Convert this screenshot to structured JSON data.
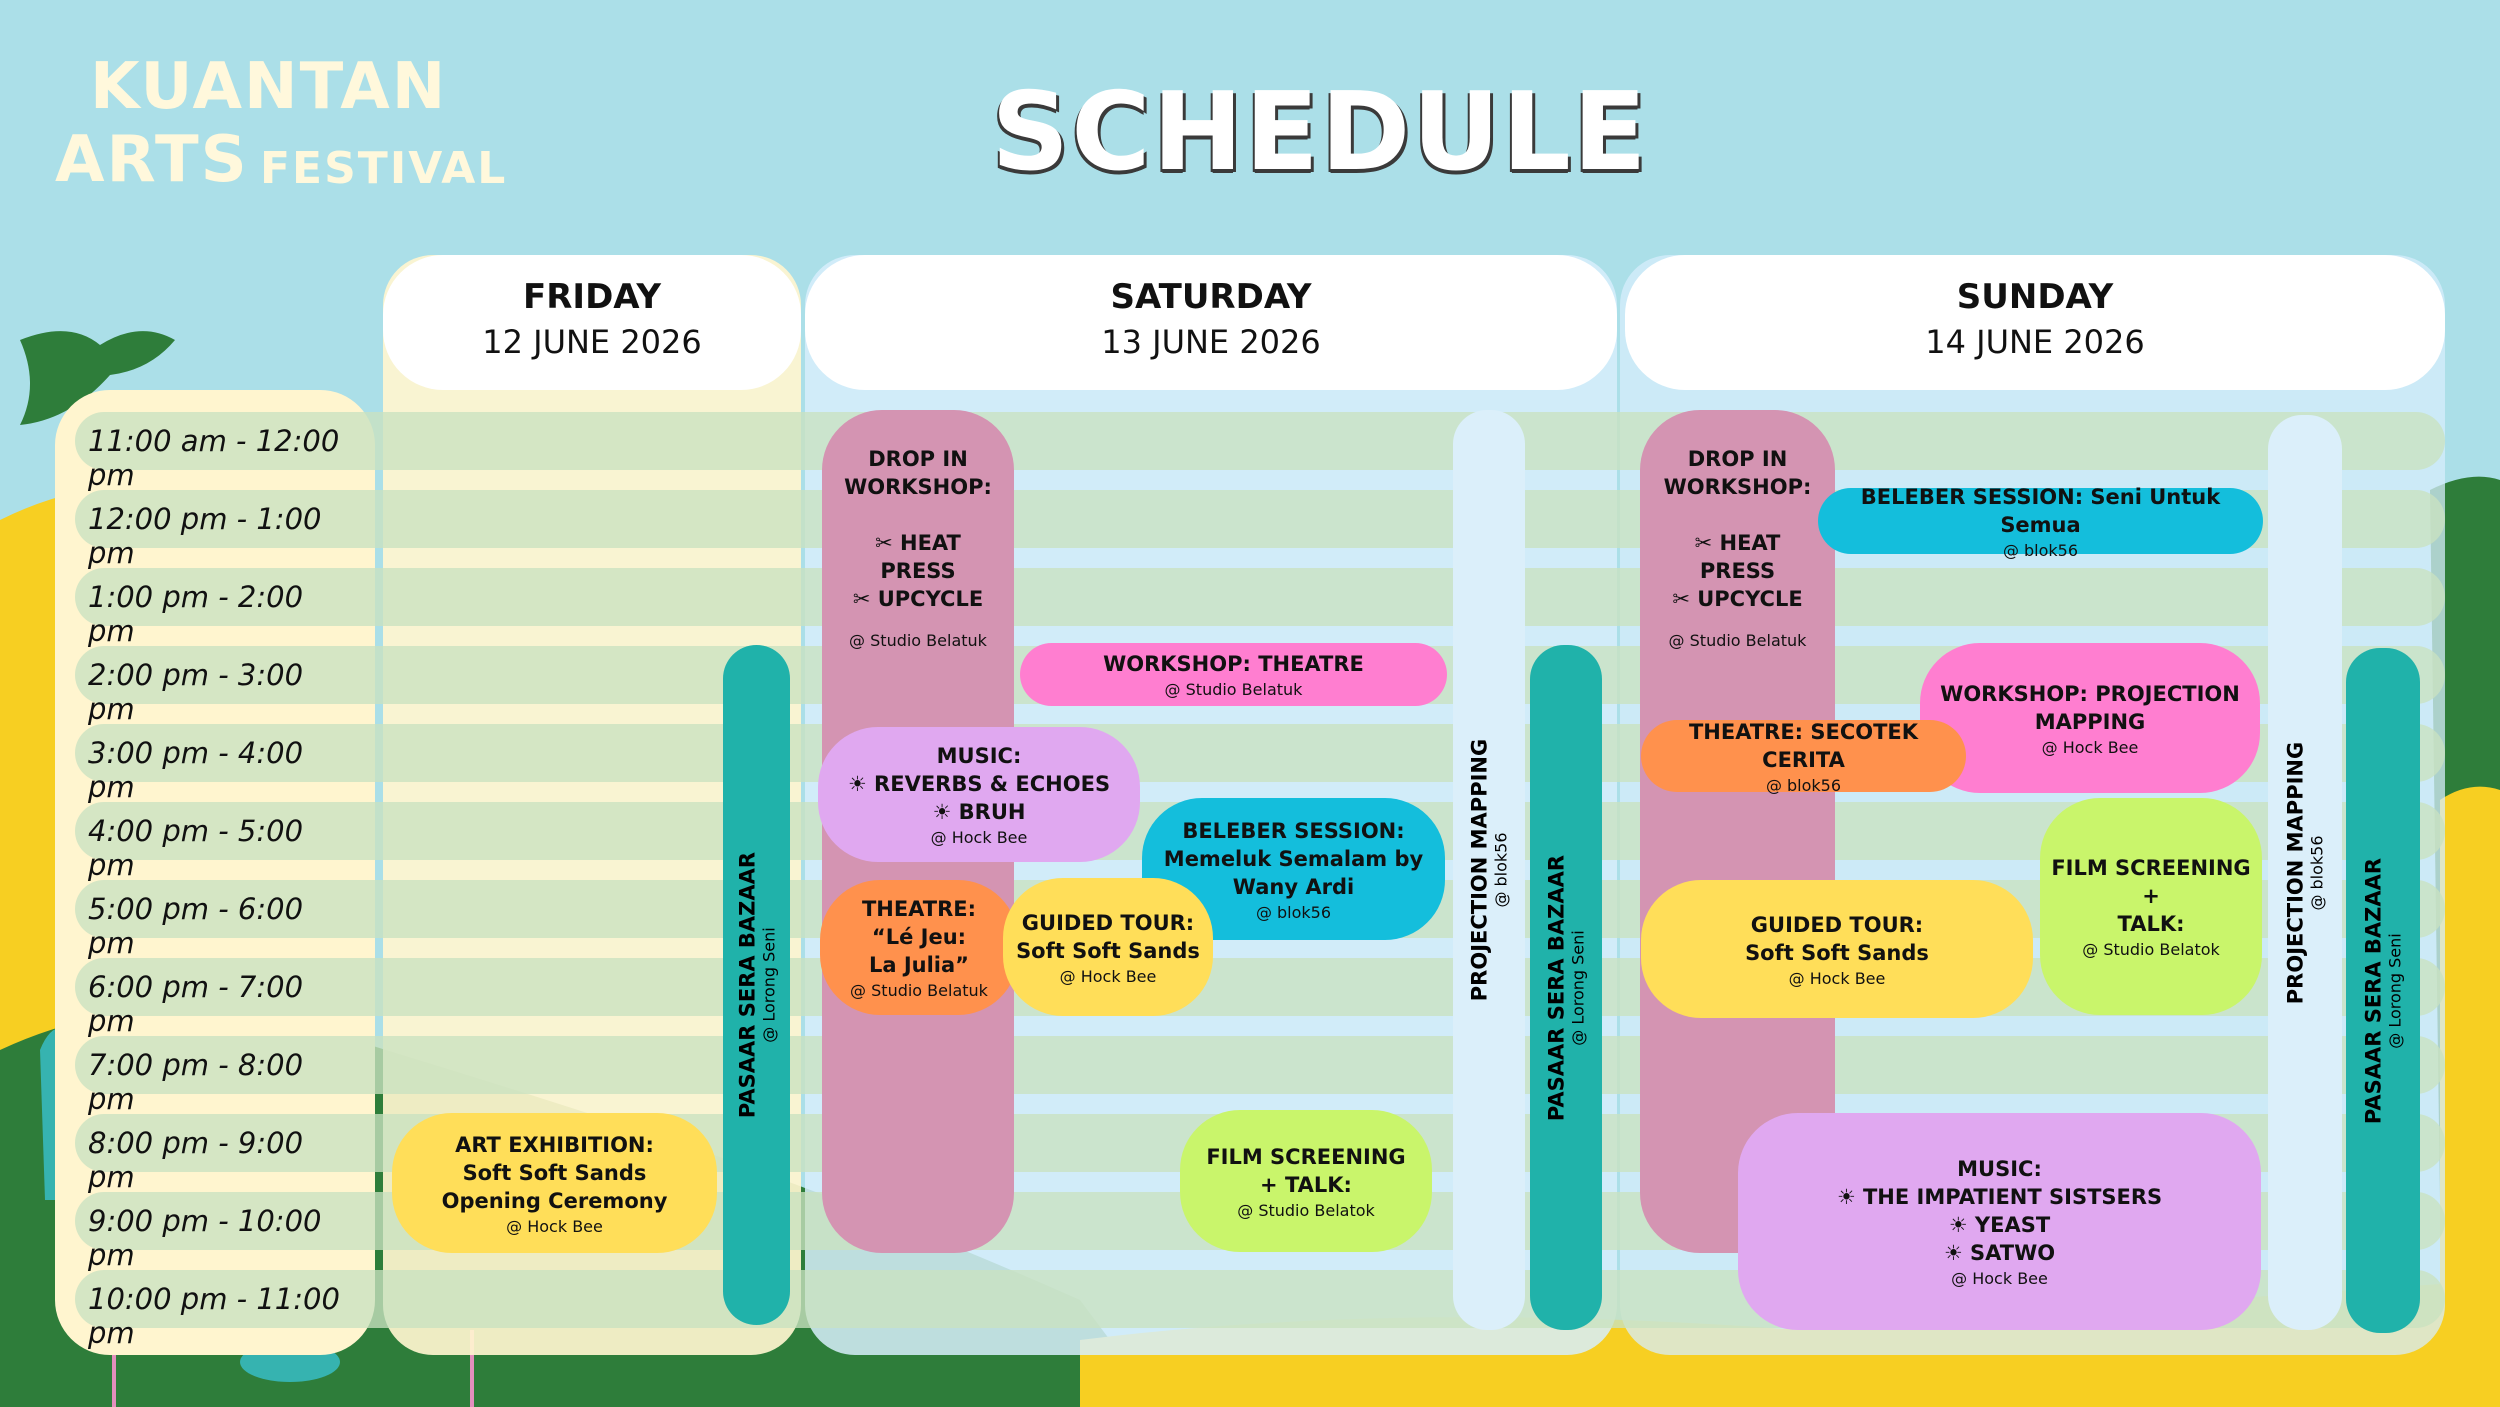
{
  "header": {
    "title": "SCHEDULE"
  },
  "logo": {
    "line1": "KUANTAN",
    "line2": "ARTS",
    "line3": "FESTIVAL"
  },
  "days": [
    {
      "name": "FRIDAY",
      "date": "12 JUNE 2026"
    },
    {
      "name": "SATURDAY",
      "date": "13 JUNE 2026"
    },
    {
      "name": "SUNDAY",
      "date": "14 JUNE 2026"
    }
  ],
  "times": [
    "11:00 am - 12:00 pm",
    "12:00 pm - 1:00 pm",
    "1:00 pm - 2:00 pm",
    "2:00 pm - 3:00 pm",
    "3:00 pm - 4:00 pm",
    "4:00 pm - 5:00 pm",
    "5:00 pm - 6:00 pm",
    "6:00 pm - 7:00 pm",
    "7:00 pm - 8:00 pm",
    "8:00 pm - 9:00 pm",
    "9:00 pm - 10:00 pm",
    "10:00 pm - 11:00 pm"
  ],
  "events": {
    "fri_art": {
      "title": "ART EXHIBITION:\nSoft Soft Sands\nOpening Ceremony",
      "venue": "@ Hock Bee"
    },
    "fri_bazaar": {
      "title": "PASAAR SERA BAZAAR",
      "venue": "@ Lorong Seni"
    },
    "sat_dropin": {
      "title": "DROP IN\nWORKSHOP:\n\n✂ HEAT PRESS\n✂ UPCYCLE",
      "venue": "@ Studio Belatuk"
    },
    "sat_workshop_theatre": {
      "title": "WORKSHOP: THEATRE",
      "venue": "@ Studio Belatuk"
    },
    "sat_music": {
      "title": "MUSIC:\n☀ REVERBS & ECHOES\n☀ BRUH",
      "venue": "@ Hock Bee"
    },
    "sat_beleber": {
      "title": "BELEBER SESSION:\nMemeluk Semalam by\nWany Ardi",
      "venue": "@ blok56"
    },
    "sat_theatre": {
      "title": "THEATRE:\n“Lé Jeu:\nLa Julia”",
      "venue": "@ Studio Belatuk"
    },
    "sat_tour": {
      "title": "GUIDED TOUR:\nSoft Soft Sands",
      "venue": "@ Hock Bee"
    },
    "sat_film": {
      "title": "FILM SCREENING\n+ TALK:",
      "venue": "@ Studio Belatok"
    },
    "sat_projection": {
      "title": "PROJECTION MAPPING",
      "venue": "@ blok56"
    },
    "sat_bazaar": {
      "title": "PASAAR SERA BAZAAR",
      "venue": "@ Lorong Seni"
    },
    "sun_dropin": {
      "title": "DROP IN\nWORKSHOP:\n\n✂ HEAT PRESS\n✂ UPCYCLE",
      "venue": "@ Studio Belatuk"
    },
    "sun_beleber": {
      "title": "BELEBER SESSION: Seni Untuk Semua",
      "venue": "@ blok56"
    },
    "sun_workshop_pm": {
      "title": "WORKSHOP: PROJECTION\nMAPPING",
      "venue": "@ Hock Bee"
    },
    "sun_theatre": {
      "title": "THEATRE: SECOTEK CERITA",
      "venue": "@ blok56"
    },
    "sun_film": {
      "title": "FILM SCREENING +\nTALK:",
      "venue": "@ Studio Belatok"
    },
    "sun_tour": {
      "title": "GUIDED TOUR:\nSoft Soft Sands",
      "venue": "@ Hock Bee"
    },
    "sun_music": {
      "title": "MUSIC:\n☀ THE IMPATIENT SISTSERS\n☀ YEAST\n☀ SATWO",
      "venue": "@ Hock Bee"
    },
    "sun_projection": {
      "title": "PROJECTION MAPPING",
      "venue": "@ blok56"
    },
    "sun_bazaar": {
      "title": "PASAAR SERA BAZAAR",
      "venue": "@ Lorong Seni"
    }
  },
  "colors": {
    "sky": "#abdfe8",
    "pink_workshop": "#d494b2",
    "hot_pink": "#ff7ed0",
    "lilac": "#e0a8f0",
    "cyan": "#14bedc",
    "orange": "#ff914d",
    "yellow": "#ffde59",
    "lime": "#c9f56b",
    "teal": "#20b2aa",
    "pale_blue": "#dbeffa",
    "row": "#c9e2c0"
  }
}
